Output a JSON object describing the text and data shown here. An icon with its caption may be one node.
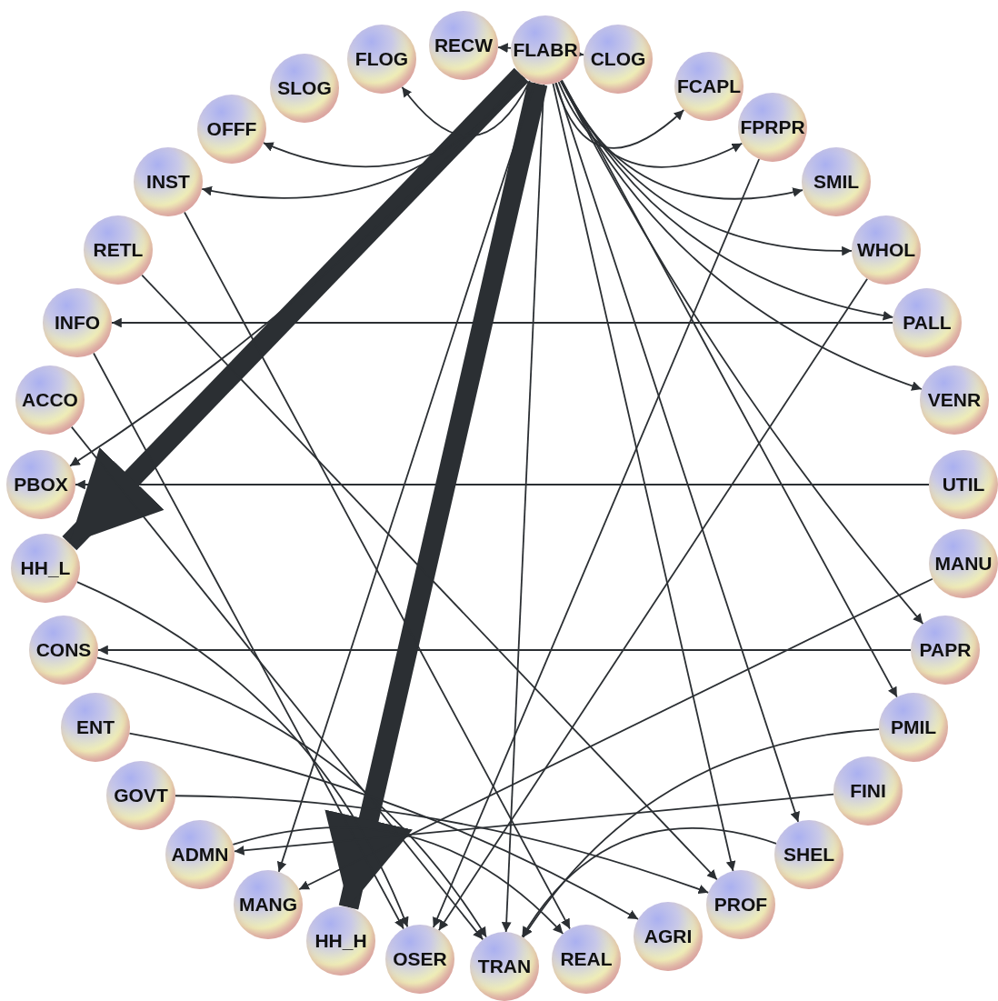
{
  "diagram": {
    "nodes": [
      {
        "text": [
          "FLABR"
        ]
      },
      {
        "text": [
          "CLOG"
        ]
      },
      {
        "text": [
          "FCAPL"
        ]
      },
      {
        "text": [
          "FPRPR"
        ]
      },
      {
        "text": [
          "SMIL"
        ]
      },
      {
        "text": [
          "WHOL"
        ]
      },
      {
        "text": [
          "PALL"
        ]
      },
      {
        "text": [
          "VENR"
        ]
      },
      {
        "text": [
          "UTIL"
        ]
      },
      {
        "text": [
          "MANU"
        ]
      },
      {
        "text": [
          "PAPR"
        ]
      },
      {
        "text": [
          "PMIL"
        ]
      },
      {
        "text": [
          "FINI"
        ]
      },
      {
        "text": [
          "SHEL"
        ]
      },
      {
        "text": [
          "PROF"
        ]
      },
      {
        "text": [
          "AGRI"
        ]
      },
      {
        "text": [
          "REAL"
        ]
      },
      {
        "text": [
          "TRAN"
        ]
      },
      {
        "text": [
          "OSER"
        ]
      },
      {
        "text": [
          "HH_H"
        ]
      },
      {
        "text": [
          "MANG"
        ]
      },
      {
        "text": [
          "ADMN"
        ]
      },
      {
        "text": [
          "GOVT"
        ]
      },
      {
        "text": [
          "ENT"
        ]
      },
      {
        "text": [
          "CONS"
        ]
      },
      {
        "text": [
          "HH_L"
        ]
      },
      {
        "text": [
          "PBOX"
        ]
      },
      {
        "text": [
          "ACCO"
        ]
      },
      {
        "text": [
          "INFO"
        ]
      },
      {
        "text": [
          "RETL"
        ]
      },
      {
        "text": [
          "INST"
        ]
      },
      {
        "text": [
          "OFFF"
        ]
      },
      {
        "text": [
          "SLOG"
        ]
      },
      {
        "text": [
          "FLOG"
        ]
      },
      {
        "text": [
          "RECW"
        ]
      }
    ],
    "edges": [
      {
        "from": 0,
        "to": 25,
        "arrow": "to",
        "style": "thick"
      },
      {
        "from": 0,
        "to": 19,
        "arrow": "to",
        "style": "thick"
      },
      {
        "from": 0,
        "to": 13,
        "arrow": "to"
      },
      {
        "from": 0,
        "to": 11,
        "arrow": "to"
      },
      {
        "from": 0,
        "to": 10,
        "arrow": "to"
      },
      {
        "from": 0,
        "to": 7,
        "arrow": "to"
      },
      {
        "from": 0,
        "to": 6,
        "arrow": "to"
      },
      {
        "from": 0,
        "to": 5,
        "arrow": "to"
      },
      {
        "from": 0,
        "to": 4,
        "arrow": "to"
      },
      {
        "from": 0,
        "to": 3,
        "arrow": "to"
      },
      {
        "from": 0,
        "to": 2,
        "arrow": "to"
      },
      {
        "from": 0,
        "to": 1,
        "arrow": "to"
      },
      {
        "from": 0,
        "to": 14,
        "arrow": "to"
      },
      {
        "from": 0,
        "to": 17,
        "arrow": "to"
      },
      {
        "from": 0,
        "to": 20,
        "arrow": "to"
      },
      {
        "from": 0,
        "to": 26,
        "arrow": "to"
      },
      {
        "from": 0,
        "to": 30,
        "arrow": "to"
      },
      {
        "from": 0,
        "to": 31,
        "arrow": "to"
      },
      {
        "from": 0,
        "to": 33,
        "arrow": "to"
      },
      {
        "from": 0,
        "to": 34,
        "arrow": "to"
      },
      {
        "from": 3,
        "to": 18,
        "arrow": "to"
      },
      {
        "from": 6,
        "to": 28,
        "arrow": "to"
      },
      {
        "from": 8,
        "to": 26,
        "arrow": "to"
      },
      {
        "from": 10,
        "to": 24,
        "arrow": "to"
      },
      {
        "from": 30,
        "to": 16,
        "arrow": "to"
      },
      {
        "from": 22,
        "to": 14,
        "arrow": "to"
      },
      {
        "from": 24,
        "to": 17,
        "arrow": "to"
      },
      {
        "from": 25,
        "to": 18,
        "arrow": "to"
      },
      {
        "from": 13,
        "to": 17,
        "arrow": "to"
      },
      {
        "from": 11,
        "to": 17,
        "arrow": "to"
      },
      {
        "from": 28,
        "to": 18,
        "arrow": "to"
      },
      {
        "from": 27,
        "to": 17,
        "arrow": "to"
      },
      {
        "from": 9,
        "to": 20,
        "arrow": "to"
      },
      {
        "from": 5,
        "to": 18,
        "arrow": "to"
      },
      {
        "from": 29,
        "to": 14,
        "arrow": "to"
      },
      {
        "from": 21,
        "to": 16,
        "arrow": "to"
      },
      {
        "from": 12,
        "to": 21,
        "arrow": "to"
      },
      {
        "from": 23,
        "to": 15,
        "arrow": "to"
      }
    ]
  }
}
